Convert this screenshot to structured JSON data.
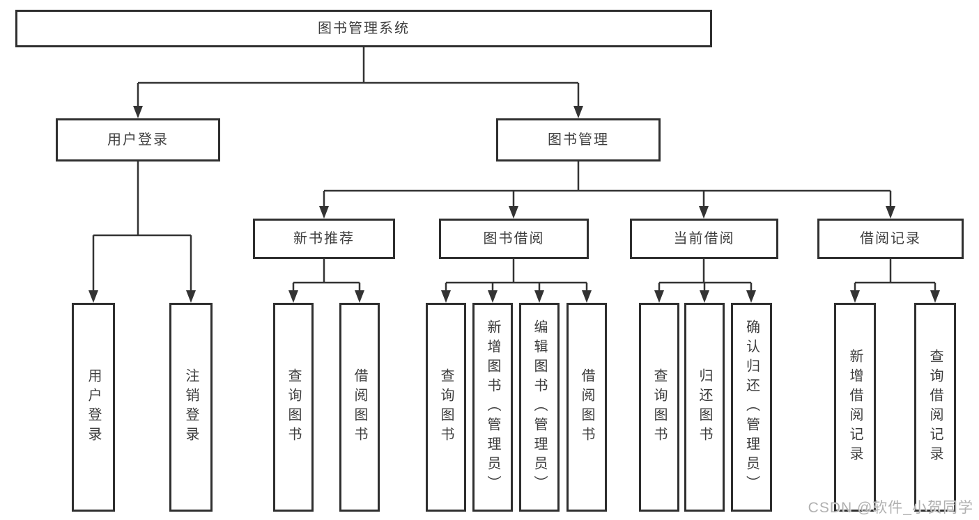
{
  "diagram": {
    "root": "图书管理系统",
    "level2": {
      "user_login": "用户登录",
      "book_management": "图书管理"
    },
    "level3": {
      "new_book_recommend": "新书推荐",
      "book_borrow": "图书借阅",
      "current_borrow": "当前借阅",
      "borrow_records": "借阅记录"
    },
    "leaves": {
      "user_login_action": "用户登录",
      "logout": "注销登录",
      "query_books_recommend": "查询图书",
      "borrow_books_recommend": "借阅图书",
      "query_books_borrow": "查询图书",
      "add_books_admin": "新增图书（管理员）",
      "edit_books_admin": "编辑图书（管理员）",
      "borrow_books": "借阅图书",
      "query_books_current": "查询图书",
      "return_books": "归还图书",
      "confirm_return_admin": "确认归还（管理员）",
      "add_borrow_record": "新增借阅记录",
      "query_borrow_record": "查询借阅记录"
    }
  },
  "watermark": "CSDN @软件_小贺同学",
  "colors": {
    "line": "#333333",
    "box_border": "#2f2f2f",
    "box_fill": "#ffffff",
    "text": "#3d3d3d",
    "watermark_text": "#b0b0b0",
    "background": "#ffffff"
  }
}
